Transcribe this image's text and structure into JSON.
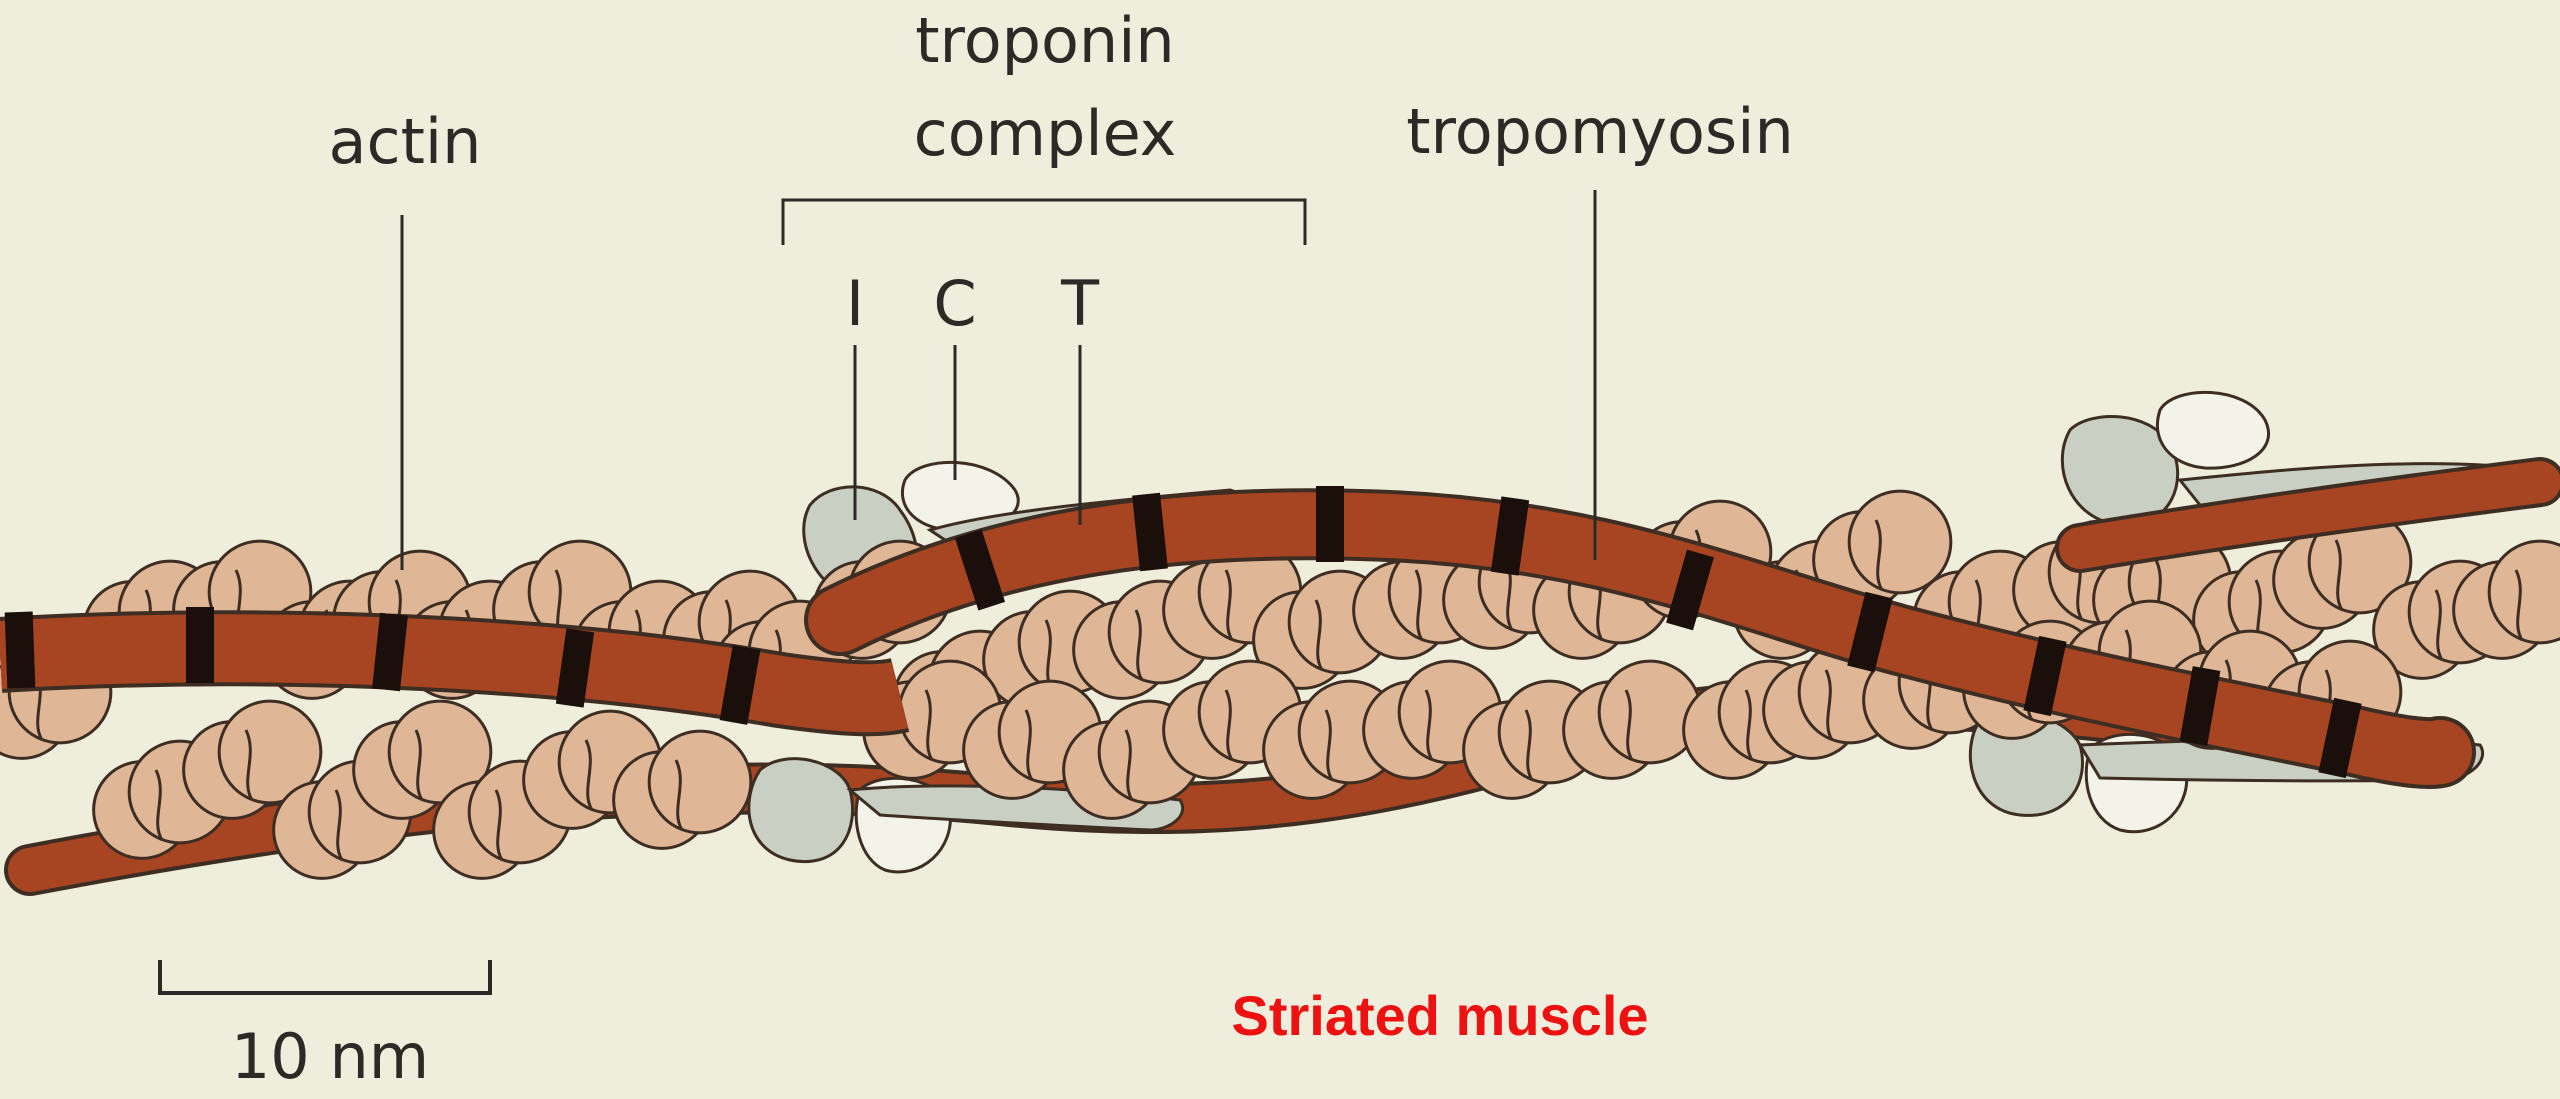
{
  "labels": {
    "actin": "actin",
    "troponin_line1": "troponin",
    "troponin_line2": "complex",
    "tropomyosin": "tropomyosin",
    "subunit_i": "I",
    "subunit_c": "C",
    "subunit_t": "T"
  },
  "scale_bar": {
    "label": "10 nm"
  },
  "caption": "Striated muscle",
  "colors": {
    "background": "#efeedd",
    "actin_fill": "#dfb796",
    "troponin_fill": "#c9cfc2",
    "troponin_c_fill": "#f4f3ea",
    "tropomyosin_fill": "#a74523",
    "band": "#1a0f0a",
    "outline": "#3d2d22",
    "caption": "#ee1111"
  }
}
